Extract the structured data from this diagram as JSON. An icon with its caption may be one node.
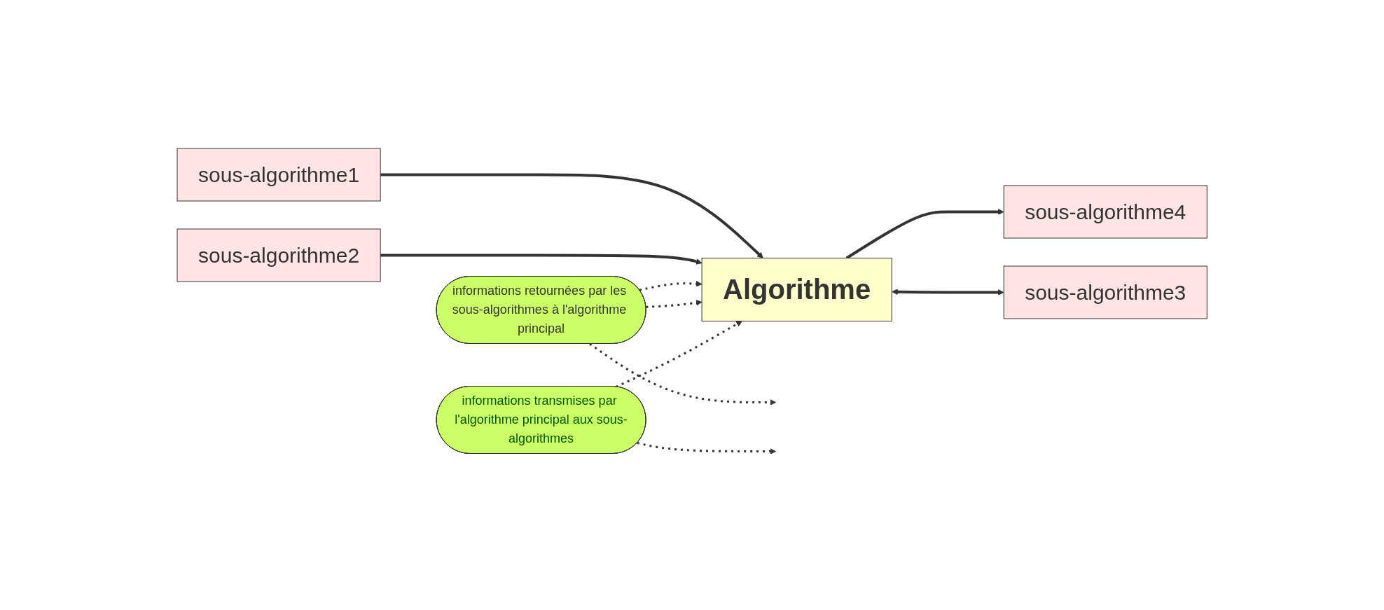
{
  "diagram": {
    "nodes": [
      {
        "text": [
          "Algorithme"
        ]
      },
      {
        "text": [
          "sous-algorithme1"
        ]
      },
      {
        "text": [
          "sous-algorithme4"
        ]
      },
      {
        "text": [
          "informations retournées par les sous-algorithmes à l'algorithme principal"
        ]
      },
      {
        "text": [
          "informations transmises par l'algorithme principal aux sous-algorithmes"
        ]
      },
      {
        "text": [
          "sous-algorithme2"
        ]
      },
      {
        "text": [
          "sous-algorithme3"
        ]
      }
    ],
    "edges": [
      {
        "from": 1,
        "to": 0,
        "arrow": "to"
      },
      {
        "from": 0,
        "to": 2,
        "arrow": "to"
      },
      {
        "from": 5,
        "to": 0,
        "arrow": "to"
      },
      {
        "from": 0,
        "to": 6,
        "arrow": "both"
      },
      {
        "from": 3,
        "to": 0,
        "arrow": "to",
        "style": "dashed"
      },
      {
        "from": 3,
        "to": 0,
        "arrow": "to",
        "style": "dashed"
      },
      {
        "from": 3,
        "to": null,
        "arrow": "to",
        "style": "dashed"
      },
      {
        "from": 4,
        "to": 0,
        "arrow": "to",
        "style": "dashed"
      },
      {
        "from": 4,
        "to": null,
        "arrow": "to",
        "style": "dashed"
      }
    ]
  }
}
